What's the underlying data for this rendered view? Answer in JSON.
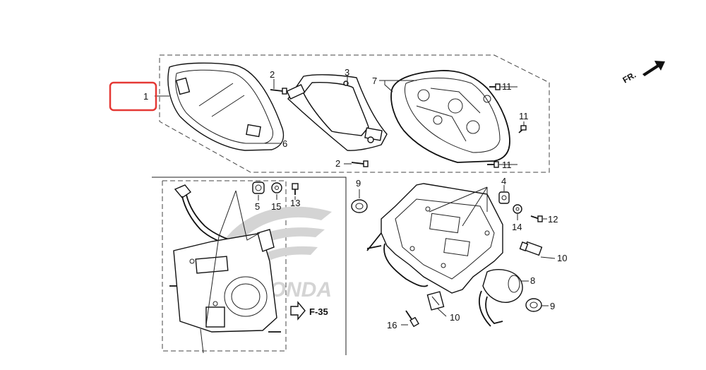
{
  "diagram": {
    "accent_color": "#e53935",
    "direction_label": "FR.",
    "reference_label": "F-35",
    "watermark_text": "HONDA",
    "callouts": {
      "c1": "1",
      "c2a": "2",
      "c2b": "2",
      "c3": "3",
      "c4": "4",
      "c5": "5",
      "c6": "6",
      "c7": "7",
      "c8": "8",
      "c9a": "9",
      "c9b": "9",
      "c10a": "10",
      "c10b": "10",
      "c11a": "11",
      "c11b": "11",
      "c11c": "11",
      "c12": "12",
      "c13": "13",
      "c14": "14",
      "c15": "15",
      "c16": "16"
    }
  }
}
